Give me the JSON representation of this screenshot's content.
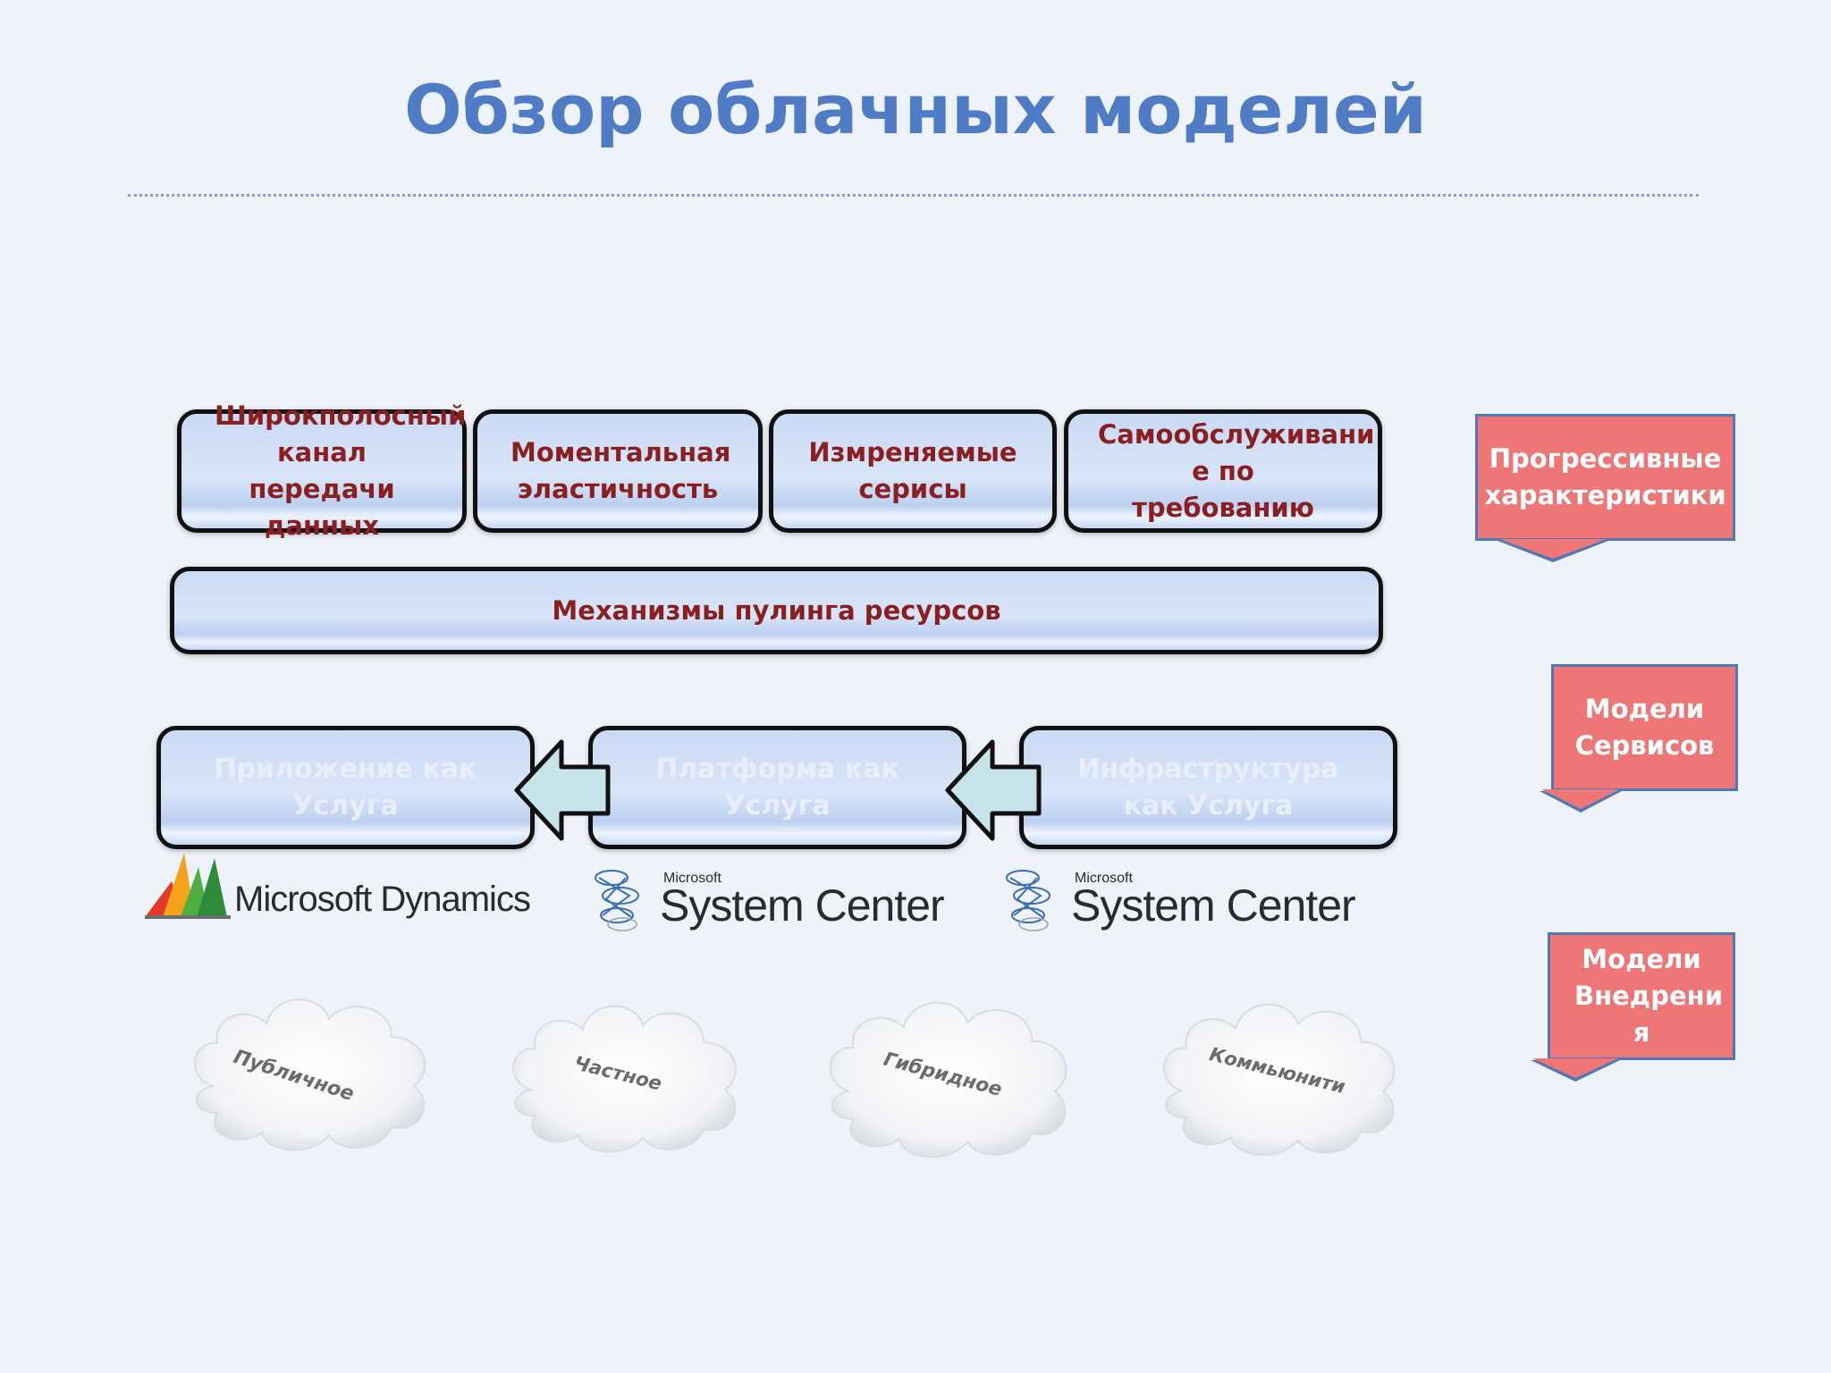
{
  "title": "Обзор облачных моделей",
  "characteristics": [
    "Широкполосный канал передачи данных",
    "Моментальная эластичность",
    "Измреняемые серисы",
    "Самообслуживани е по требованию"
  ],
  "pooling": "Механизмы пулинга ресурсов",
  "service_models": [
    "Приложение как Услуга",
    "Платформа как Услуга",
    "Инфраструктура как Услуга"
  ],
  "logos": {
    "dynamics": "Microsoft Dynamics",
    "sc1_small": "Microsoft",
    "sc1_main": "System Center",
    "sc2_small": "Microsoft",
    "sc2_main": "System Center"
  },
  "clouds": [
    "Публичное",
    "Частное",
    "Гибридное",
    "Коммьюнити"
  ],
  "callouts": {
    "progressive": "Прогрессивные характеристики",
    "service": "Модели Сервисов",
    "deploy": "Модели Внедрени я"
  },
  "colors": {
    "title": "#4f7cc5",
    "box_text": "#8b1f1f",
    "callout_fill": "#ef7676",
    "callout_border": "#4f78b8",
    "arrow_fill": "#c6e3ea"
  }
}
